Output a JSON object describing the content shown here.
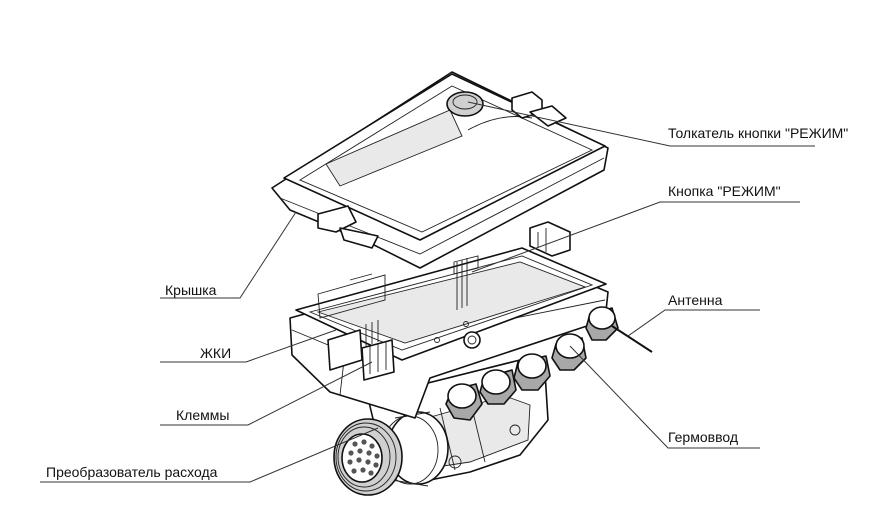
{
  "labels": {
    "pusher": "Толкатель кнопки \"РЕЖИМ\"",
    "button": "Кнопка \"РЕЖИМ\"",
    "antenna": "Антенна",
    "cover": "Крышка",
    "lcd": "ЖКИ",
    "terminals": "Клеммы",
    "gland": "Гермоввод",
    "flow_converter": "Преобразователь расхода"
  }
}
